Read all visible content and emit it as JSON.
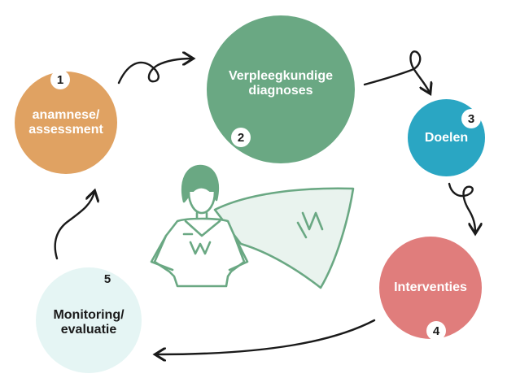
{
  "nodes": [
    {
      "id": "n1",
      "number": "1",
      "label": "anamnese/\nassessment",
      "color": "#e0a262"
    },
    {
      "id": "n2",
      "number": "2",
      "label": "Verpleegkundige\ndiagnoses",
      "color": "#6aa883"
    },
    {
      "id": "n3",
      "number": "3",
      "label": "Doelen",
      "color": "#2aa6c3"
    },
    {
      "id": "n4",
      "number": "4",
      "label": "Interventies",
      "color": "#e07d7c"
    },
    {
      "id": "n5",
      "number": "5",
      "label": "Monitoring/\nevaluatie",
      "color": "#e5f5f4"
    }
  ],
  "icons": {
    "center": "nurse-superhero-illustration",
    "arrow": "curved-arrow-icon"
  },
  "colors": {
    "figure_stroke": "#6aa883",
    "arrow": "#1a1a1a"
  }
}
